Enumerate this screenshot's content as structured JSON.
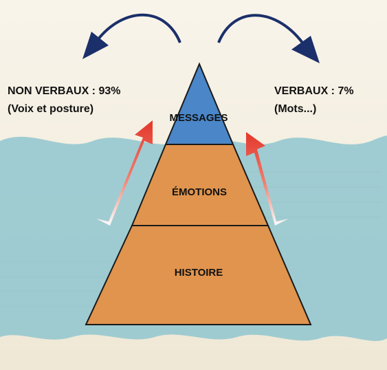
{
  "left_label": {
    "title": "NON VERBAUX : 93%",
    "subtitle": "(Voix et posture)"
  },
  "right_label": {
    "title": "VERBAUX : 7%",
    "subtitle": "(Mots...)"
  },
  "pyramid": {
    "levels": [
      {
        "label": "MESSAGES",
        "color": "#4a86c8"
      },
      {
        "label": "ÉMOTIONS",
        "color": "#e0944e"
      },
      {
        "label": "HISTOIRE",
        "color": "#e0944e"
      }
    ]
  },
  "colors": {
    "background": "#f6f1e4",
    "water": "#8fc6cf",
    "curved_arrows": "#1b2f6a",
    "up_arrows": "#e3362a",
    "outline": "#1a1a1a"
  }
}
